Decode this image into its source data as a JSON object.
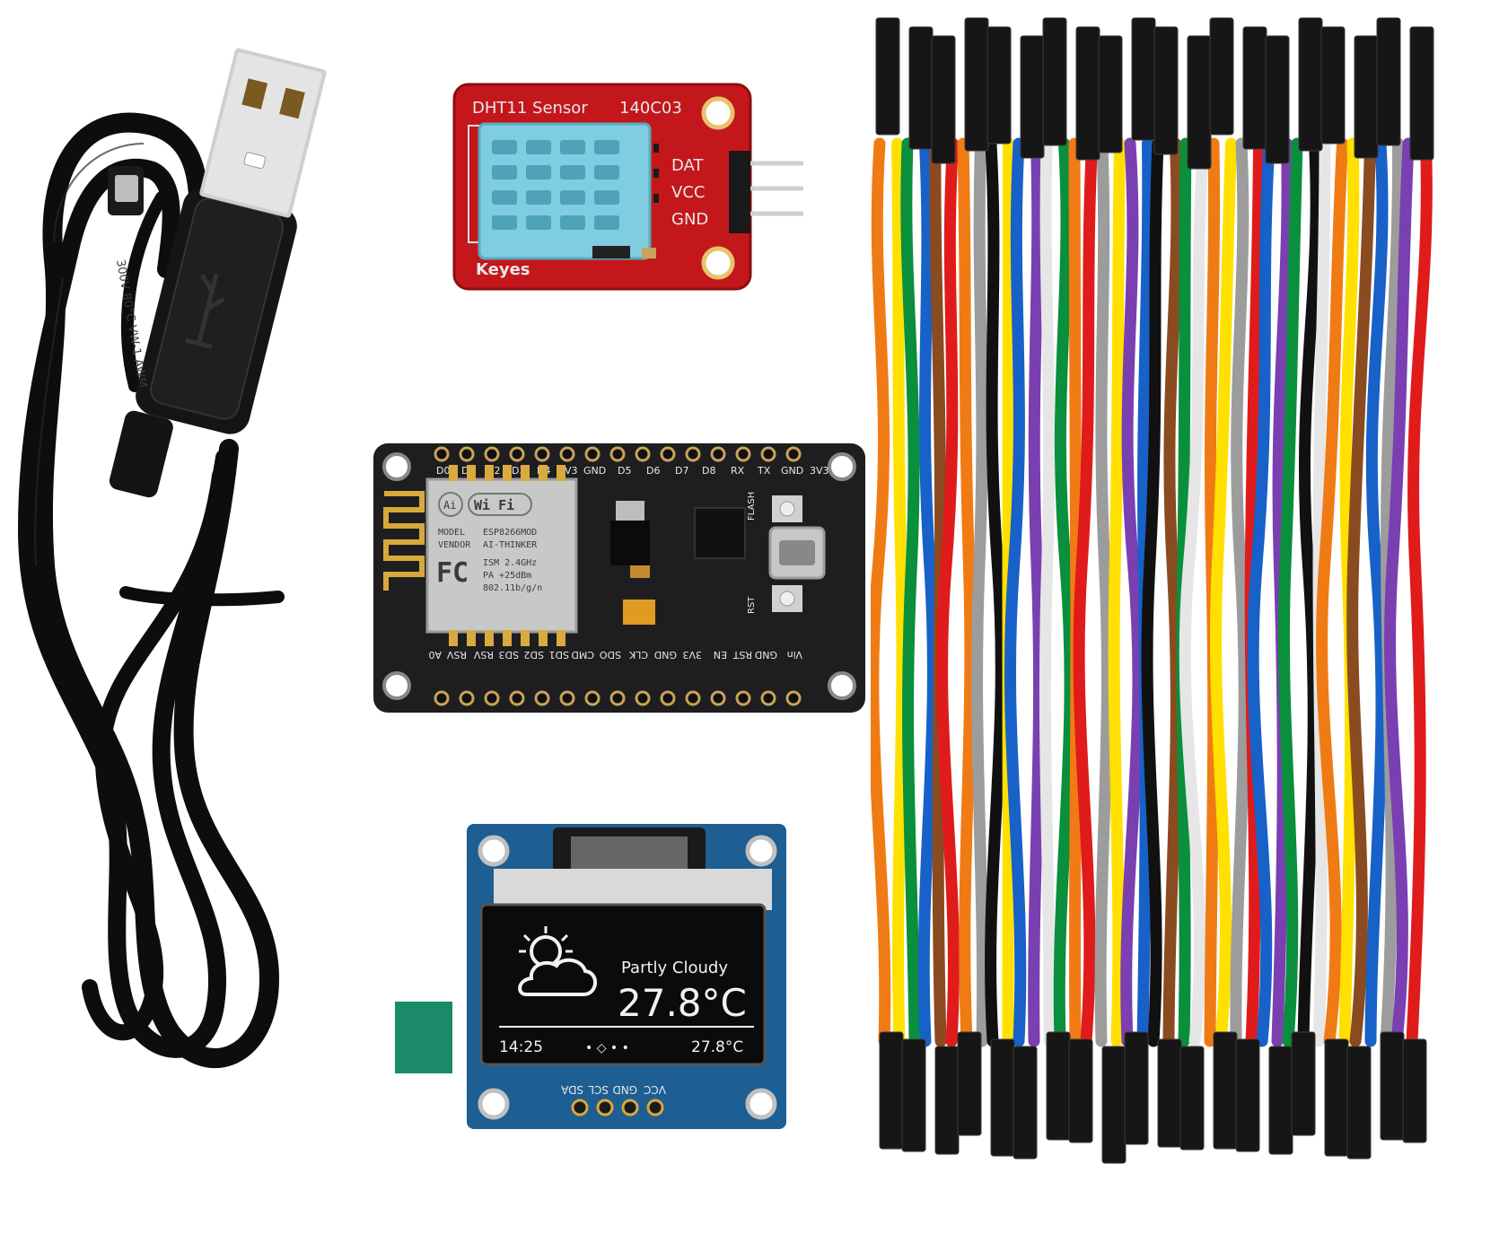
{
  "dht11": {
    "title": "DHT11 Sensor",
    "code": "140C03",
    "pins": [
      "DAT",
      "VCC",
      "GND"
    ],
    "brand": "Keyes",
    "board_color": "#c4171c",
    "sensor_color": "#7ecde0"
  },
  "nodemcu": {
    "top_pins": [
      "D0",
      "D2",
      "D2",
      "D3",
      "D4",
      "3V3",
      "GND",
      "D5",
      "D6",
      "D7",
      "D8",
      "RX",
      "TX",
      "GND",
      "3V3"
    ],
    "bottom_pins": [
      "A0",
      "RSV",
      "RSV",
      "SD3",
      "SD2",
      "SD1",
      "CMD",
      "SDO",
      "CLK",
      "GND",
      "3V3",
      "EN",
      "RST",
      "GND",
      "Vin"
    ],
    "module": {
      "brand": "Ai",
      "wifi": "Wi Fi",
      "model_label": "MODEL",
      "model": "ESP8266MOD",
      "vendor_label": "VENDOR",
      "vendor": "AI-THINKER",
      "band": "ISM 2.4GHz",
      "power": "PA +25dBm",
      "standard": "802.11b/g/n",
      "fcc": "FC"
    },
    "flash_label": "FLASH",
    "rst_label": "RST",
    "board_color": "#1e1e20"
  },
  "oled": {
    "condition": "Partly Cloudy",
    "temperature": "27.8°C",
    "time": "14:25",
    "footer_temp": "27.8°C",
    "page_dots": "•  ◇  •  •",
    "pins": [
      "VCC",
      "GND",
      "SCL",
      "SDA"
    ],
    "weather_icon": "partly-cloudy-icon",
    "board_color": "#1d5e93"
  },
  "usb_cable": {
    "print": "300V 80°C VW-1 AWM",
    "connector": "usb-a-icon",
    "color": "#111111"
  },
  "jumper_wires": {
    "colors": [
      "#f07b14",
      "#ffe000",
      "#0a8f3c",
      "#1761c9",
      "#7a3fb0",
      "#9c9c9c",
      "#ffffff",
      "#111111",
      "#8a4b20",
      "#e01b1b"
    ]
  }
}
